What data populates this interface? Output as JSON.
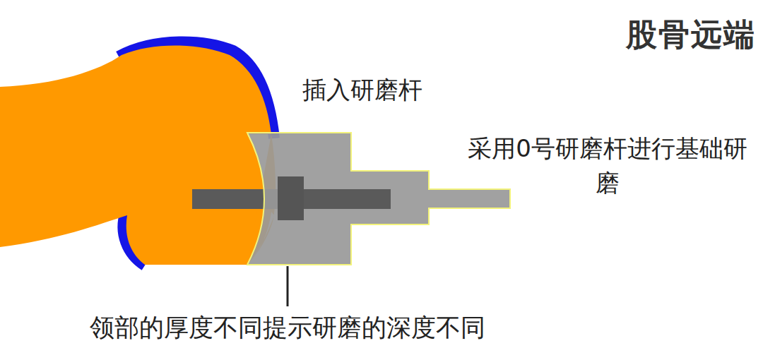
{
  "diagram": {
    "title": "股骨远端",
    "labels": [
      "插入研磨杆",
      "采用0号研磨杆进行基础研磨",
      "领部的厚度不同提示研磨的深度不同"
    ]
  }
}
